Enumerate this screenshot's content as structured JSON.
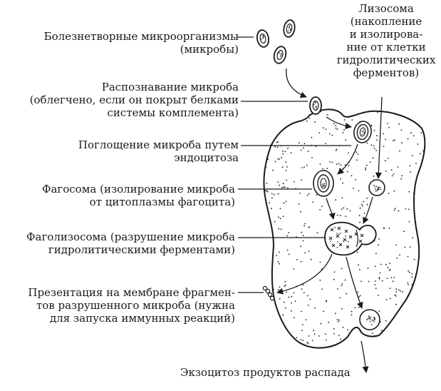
{
  "labels": {
    "pathogens": [
      "Болезнетворные микроорганизмы",
      "(микробы)"
    ],
    "lysosome": [
      "Лизосома",
      "(накопление",
      "и изолирова-",
      "ние от клетки",
      "гидролитических",
      "ферментов)"
    ],
    "recognition": [
      "Распознавание микроба",
      "(облегчено, если он покрыт белками",
      "системы комплемента)"
    ],
    "endocytosis": [
      "Поглощение микроба путем",
      "эндоцитоза"
    ],
    "phagosome": [
      "Фагосома (изолирование микроба",
      "от цитоплазмы фагоцита)"
    ],
    "phagolysosome": [
      "Фаголизосома (разрушение микроба",
      "гидролитическими ферментами)"
    ],
    "presentation": [
      "Презентация на мембране фрагмен-",
      "тов разрушенного микроба (нужна",
      "для запуска иммунных реакций)"
    ],
    "exocytosis": [
      "Экзоцитоз продуктов распада"
    ]
  },
  "colors": {
    "stroke": "#1a1a1a",
    "background": "#ffffff"
  }
}
